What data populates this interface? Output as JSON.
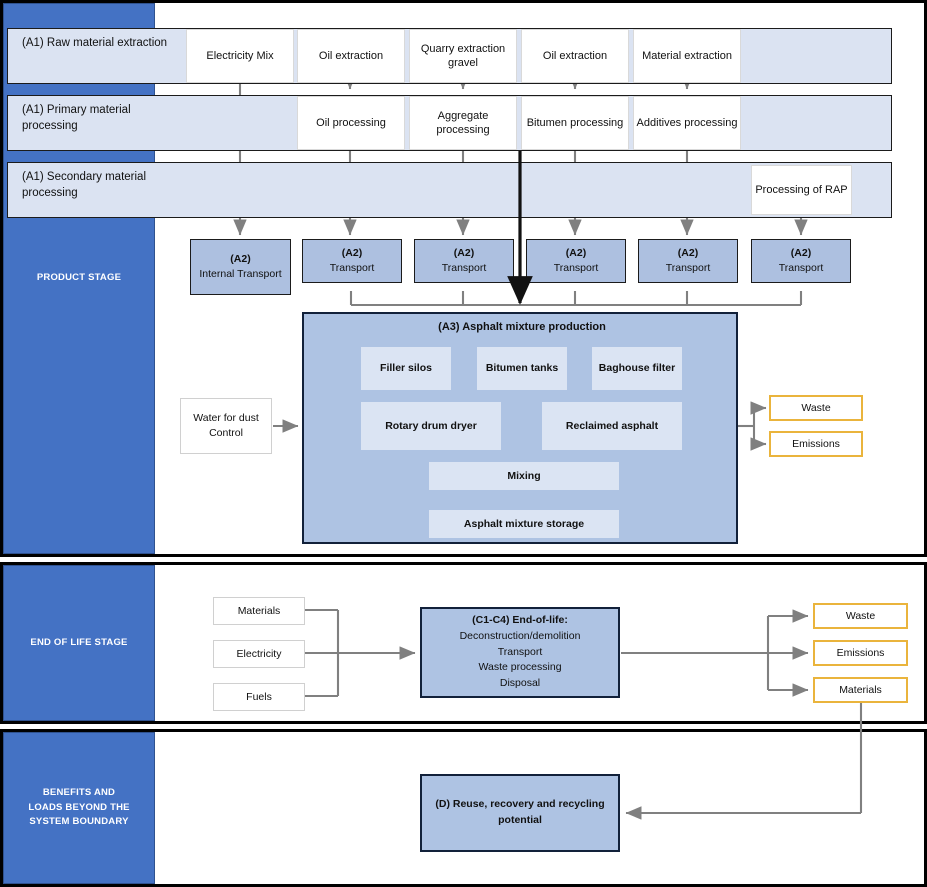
{
  "diagram": {
    "title": "Asphalt LCA system boundary",
    "colors": {
      "stage_bar": "#4472c4",
      "band_fill": "#dbe3f2",
      "node_blue": "#aec3e3",
      "inner_blue": "#dbe4f3",
      "outcome_yellow": "#eab43c",
      "connector_gray": "#808080"
    }
  },
  "stages": {
    "product": "PRODUCT STAGE",
    "end_of_life": "END OF LIFE STAGE",
    "benefits": "BENEFITS AND LOADS BEYOND THE SYSTEM BOUNDARY"
  },
  "bands": {
    "raw": "(A1) Raw material extraction",
    "primary": "(A1) Primary material processing",
    "secondary": "(A1) Secondary material processing"
  },
  "row_extraction": [
    {
      "label": "Electricity Mix"
    },
    {
      "label": "Oil extraction"
    },
    {
      "label": "Quarry extraction gravel"
    },
    {
      "label": "Oil extraction"
    },
    {
      "label": "Material extraction"
    }
  ],
  "row_processing": [
    {
      "label": "Oil processing"
    },
    {
      "label": "Aggregate processing"
    },
    {
      "label": "Bitumen processing"
    },
    {
      "label": "Additives processing"
    }
  ],
  "row_secondary": [
    {
      "label": "Processing of RAP"
    }
  ],
  "row_transport": [
    {
      "code": "(A2)",
      "label": "Internal Transport"
    },
    {
      "code": "(A2)",
      "label": "Transport"
    },
    {
      "code": "(A2)",
      "label": "Transport"
    },
    {
      "code": "(A2)",
      "label": "Transport"
    },
    {
      "code": "(A2)",
      "label": "Transport"
    },
    {
      "code": "(A2)",
      "label": "Transport"
    }
  ],
  "production": {
    "title": "(A3) Asphalt mixture production",
    "units": [
      {
        "label": "Filler silos"
      },
      {
        "label": "Bitumen tanks"
      },
      {
        "label": "Baghouse filter"
      },
      {
        "label": "Rotary drum dryer"
      },
      {
        "label": "Reclaimed asphalt"
      },
      {
        "label": "Mixing"
      },
      {
        "label": "Asphalt mixture storage"
      }
    ],
    "input": {
      "label": "Water for dust Control"
    },
    "outputs": [
      {
        "label": "Waste"
      },
      {
        "label": "Emissions"
      }
    ]
  },
  "eol": {
    "inputs": [
      {
        "label": "Materials"
      },
      {
        "label": "Electricity"
      },
      {
        "label": "Fuels"
      }
    ],
    "process": {
      "heading": "(C1-C4) End-of-life:",
      "lines": [
        "Deconstruction/demolition",
        "Transport",
        "Waste processing",
        "Disposal"
      ]
    },
    "outputs": [
      {
        "label": "Waste"
      },
      {
        "label": "Emissions"
      },
      {
        "label": "Materials"
      }
    ]
  },
  "benefits": {
    "process": {
      "label": "(D) Reuse, recovery and recycling potential"
    }
  }
}
